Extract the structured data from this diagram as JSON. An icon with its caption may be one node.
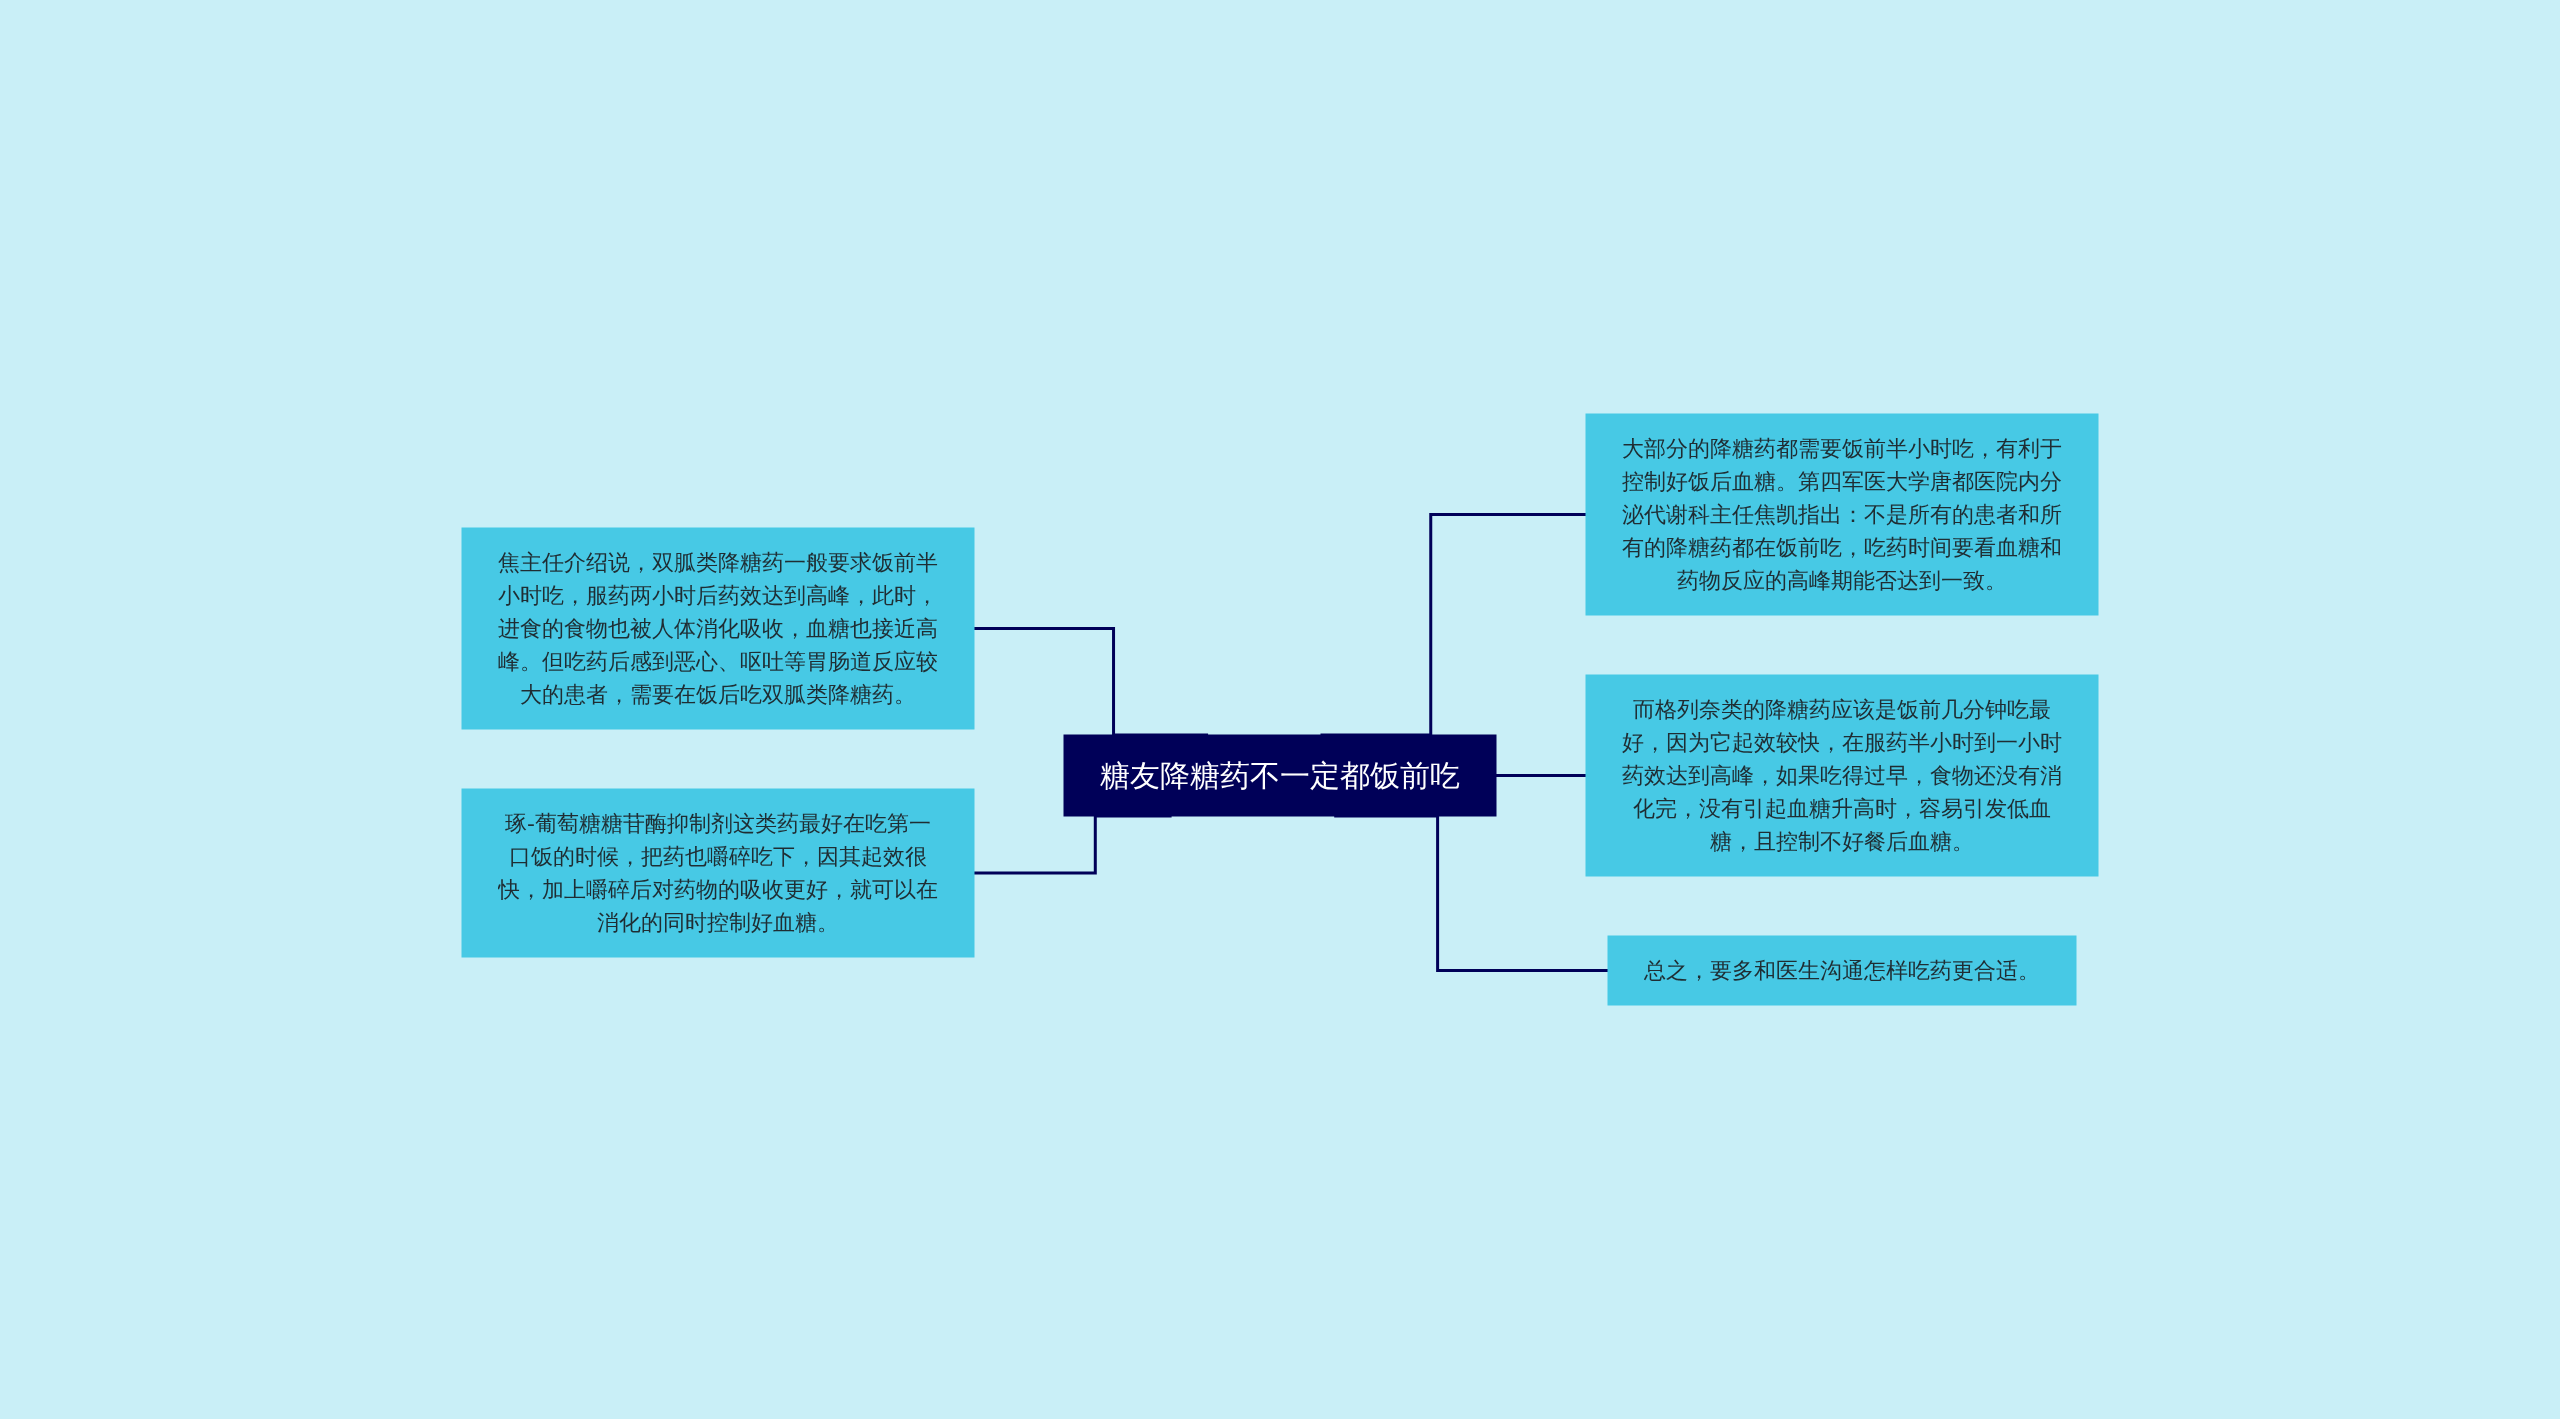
{
  "diagram": {
    "nodes": [
      {
        "text": [
          "糖友降糖药不一定都饭前吃"
        ]
      },
      {
        "text": [
          "焦主任介绍说，双胍类降糖药一般要求饭前半小时吃，服药两小时后药效达到高峰，此时，进食的食物也被人体消化吸收，血糖也接近高峰。但吃药后感到恶心、呕吐等胃肠道反应较大的患者，需要在饭后吃双胍类降糖药。"
        ]
      },
      {
        "text": [
          "琢-葡萄糖糖苷酶抑制剂这类药最好在吃第一口饭的时候，把药也嚼碎吃下，因其起效很快，加上嚼碎后对药物的吸收更好，就可以在消化的同时控制好血糖。"
        ]
      },
      {
        "text": [
          "大部分的降糖药都需要饭前半小时吃，有利于控制好饭后血糖。第四军医大学唐都医院内分泌代谢科主任焦凯指出：不是所有的患者和所有的降糖药都在饭前吃，吃药时间要看血糖和药物反应的高峰期能否达到一致。"
        ]
      },
      {
        "text": [
          "而格列奈类的降糖药应该是饭前几分钟吃最好，因为它起效较快，在服药半小时到一小时药效达到高峰，如果吃得过早，食物还没有消化完，没有引起血糖升高时，容易引发低血糖，且控制不好餐后血糖。"
        ]
      },
      {
        "text": [
          "总之，要多和医生沟通怎样吃药更合适。"
        ]
      }
    ],
    "edges": [
      {
        "from": 1,
        "to": 0,
        "arrow": "none"
      },
      {
        "from": 2,
        "to": 0,
        "arrow": "none"
      },
      {
        "from": 0,
        "to": 3,
        "arrow": "none"
      },
      {
        "from": 0,
        "to": 4,
        "arrow": "none"
      },
      {
        "from": 0,
        "to": 5,
        "arrow": "none"
      }
    ]
  }
}
